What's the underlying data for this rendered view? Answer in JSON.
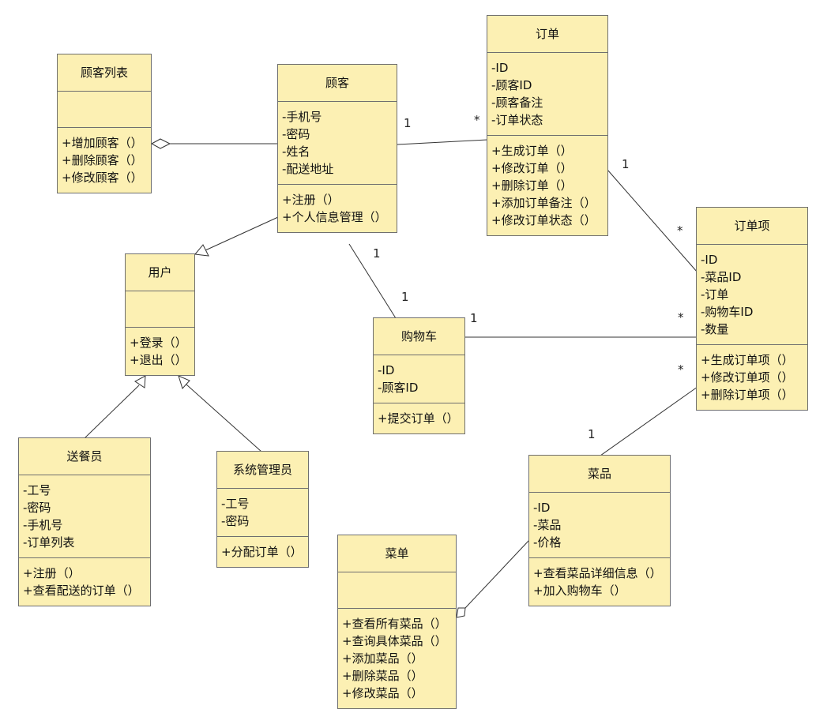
{
  "classes": {
    "customer_list": {
      "name": "顾客列表",
      "attributes": [],
      "methods": [
        "+增加顾客（）",
        "+删除顾客（）",
        "+修改顾客（）"
      ]
    },
    "customer": {
      "name": "顾客",
      "attributes": [
        "-手机号",
        "-密码",
        "-姓名",
        "-配送地址"
      ],
      "methods": [
        "+注册（）",
        "+个人信息管理（）"
      ]
    },
    "order": {
      "name": "订单",
      "attributes": [
        "-ID",
        "-顾客ID",
        "-顾客备注",
        "-订单状态"
      ],
      "methods": [
        "+生成订单（）",
        "+修改订单（）",
        "+删除订单（）",
        "+添加订单备注（）",
        "+修改订单状态（）"
      ]
    },
    "order_item": {
      "name": "订单项",
      "attributes": [
        "-ID",
        "-菜品ID",
        "-订单",
        "-购物车ID",
        "-数量"
      ],
      "methods": [
        "+生成订单项（）",
        "+修改订单项（）",
        "+删除订单项（）"
      ]
    },
    "user": {
      "name": "用户",
      "attributes": [],
      "methods": [
        "+登录（）",
        "+退出（）"
      ]
    },
    "cart": {
      "name": "购物车",
      "attributes": [
        "-ID",
        "-顾客ID"
      ],
      "methods": [
        "+提交订单（）"
      ]
    },
    "courier": {
      "name": "送餐员",
      "attributes": [
        "-工号",
        "-密码",
        "-手机号",
        "-订单列表"
      ],
      "methods": [
        "+注册（）",
        "+查看配送的订单（）"
      ]
    },
    "admin": {
      "name": "系统管理员",
      "attributes": [
        "-工号",
        "-密码"
      ],
      "methods": [
        "+分配订单（）"
      ]
    },
    "dish": {
      "name": "菜品",
      "attributes": [
        "-ID",
        "-菜品",
        "-价格"
      ],
      "methods": [
        "+查看菜品详细信息（）",
        "+加入购物车（）"
      ]
    },
    "menu": {
      "name": "菜单",
      "attributes": [],
      "methods": [
        "+查看所有菜品（）",
        "+查询具体菜品（）",
        "+添加菜品（）",
        "+删除菜品（）",
        "+修改菜品（）"
      ]
    }
  },
  "multiplicities": {
    "customer_order_1": "1",
    "customer_order_star": "*",
    "order_orderitem_1": "1",
    "order_orderitem_star": "*",
    "customer_cart_1a": "1",
    "customer_cart_1b": "1",
    "cart_orderitem_1": "1",
    "cart_orderitem_star": "*",
    "dish_orderitem_star": "*",
    "dish_orderitem_1": "1"
  }
}
